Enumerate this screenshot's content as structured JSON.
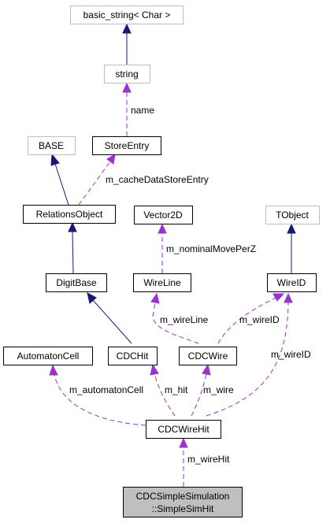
{
  "nodes": {
    "basic_string": "basic_string< Char >",
    "string": "string",
    "store_entry": "StoreEntry",
    "base": "BASE",
    "relations_object": "RelationsObject",
    "vector2d": "Vector2D",
    "tobject": "TObject",
    "digit_base": "DigitBase",
    "wire_line": "WireLine",
    "wire_id": "WireID",
    "automaton_cell": "AutomatonCell",
    "cdc_hit": "CDCHit",
    "cdc_wire": "CDCWire",
    "cdc_wire_hit": "CDCWireHit",
    "simple_sim_hit_line1": "CDCSimpleSimulation",
    "simple_sim_hit_line2": "::SimpleSimHit"
  },
  "edge_labels": {
    "name": "name",
    "m_cacheDataStoreEntry": "m_cacheDataStoreEntry",
    "m_nominalMovePerZ": "m_nominalMovePerZ",
    "m_wireLine": "m_wireLine",
    "m_wireID_cdcwire": "m_wireID",
    "m_wireID_cdcwirehit": "m_wireID",
    "m_automatonCell": "m_automatonCell",
    "m_hit": "m_hit",
    "m_wire": "m_wire",
    "m_wireHit": "m_wireHit"
  },
  "colors": {
    "inheritance_edge": "#191970",
    "usage_edge": "#9a32cd",
    "external_node_border": "#bfbfbf",
    "focus_node_fill": "#bfbfbf"
  }
}
